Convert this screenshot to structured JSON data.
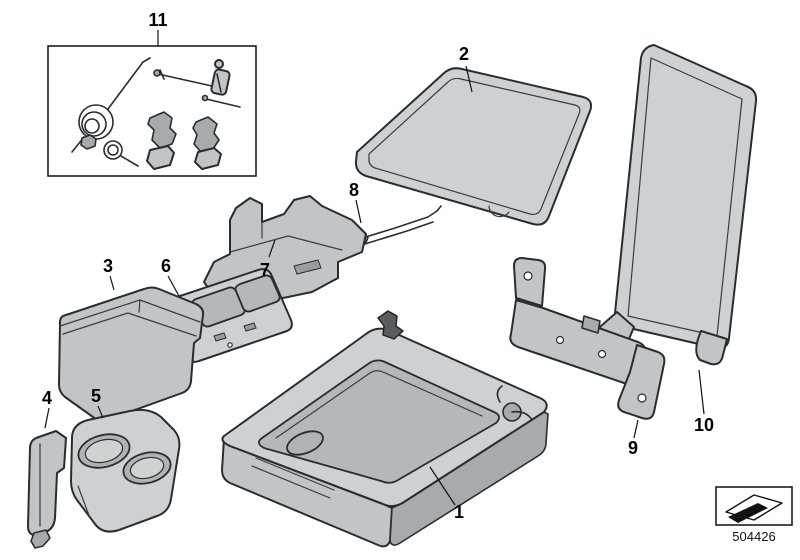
{
  "diagram": {
    "callouts": [
      {
        "id": "1",
        "label": "1"
      },
      {
        "id": "2",
        "label": "2"
      },
      {
        "id": "3",
        "label": "3"
      },
      {
        "id": "4",
        "label": "4"
      },
      {
        "id": "5",
        "label": "5"
      },
      {
        "id": "6",
        "label": "6"
      },
      {
        "id": "7",
        "label": "7"
      },
      {
        "id": "8",
        "label": "8"
      },
      {
        "id": "9",
        "label": "9"
      },
      {
        "id": "10",
        "label": "10"
      },
      {
        "id": "11",
        "label": "11"
      }
    ],
    "footer": {
      "part_number": "504426"
    },
    "colors": {
      "background": "#ffffff",
      "outline": "#2a2d2f",
      "part_fill_light": "#ced1d3",
      "part_fill_mid": "#c2c5c7",
      "part_fill_dark": "#a8abad"
    },
    "icons": [
      {
        "name": "direction-stamp-icon"
      }
    ]
  }
}
